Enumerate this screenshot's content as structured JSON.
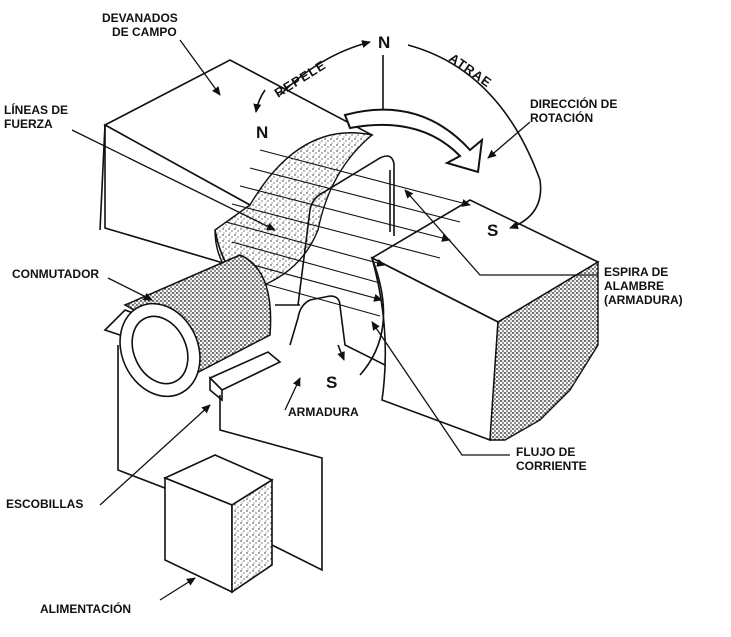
{
  "labels": {
    "devanados_1": "DEVANADOS",
    "devanados_2": "DE CAMPO",
    "lineas_1": "LÍNEAS DE",
    "lineas_2": "FUERZA",
    "conmutador": "CONMUTADOR",
    "escobillas": "ESCOBILLAS",
    "alimentacion": "ALIMENTACIÓN",
    "direccion_1": "DIRECCIÓN DE",
    "direccion_2": "ROTACIÓN",
    "espira_1": "ESPIRA DE",
    "espira_2": "ALAMBRE",
    "espira_3": "(ARMADURA)",
    "armadura": "ARMADURA",
    "flujo_1": "FLUJO DE",
    "flujo_2": "CORRIENTE"
  },
  "poles": {
    "north_top": "N",
    "north_left": "N",
    "south_right": "S",
    "south_bottom": "S"
  },
  "arc_labels": {
    "repele": "REPELE",
    "atrae": "ATRAE"
  },
  "colors": {
    "ink": "#111111",
    "paper": "#ffffff"
  }
}
